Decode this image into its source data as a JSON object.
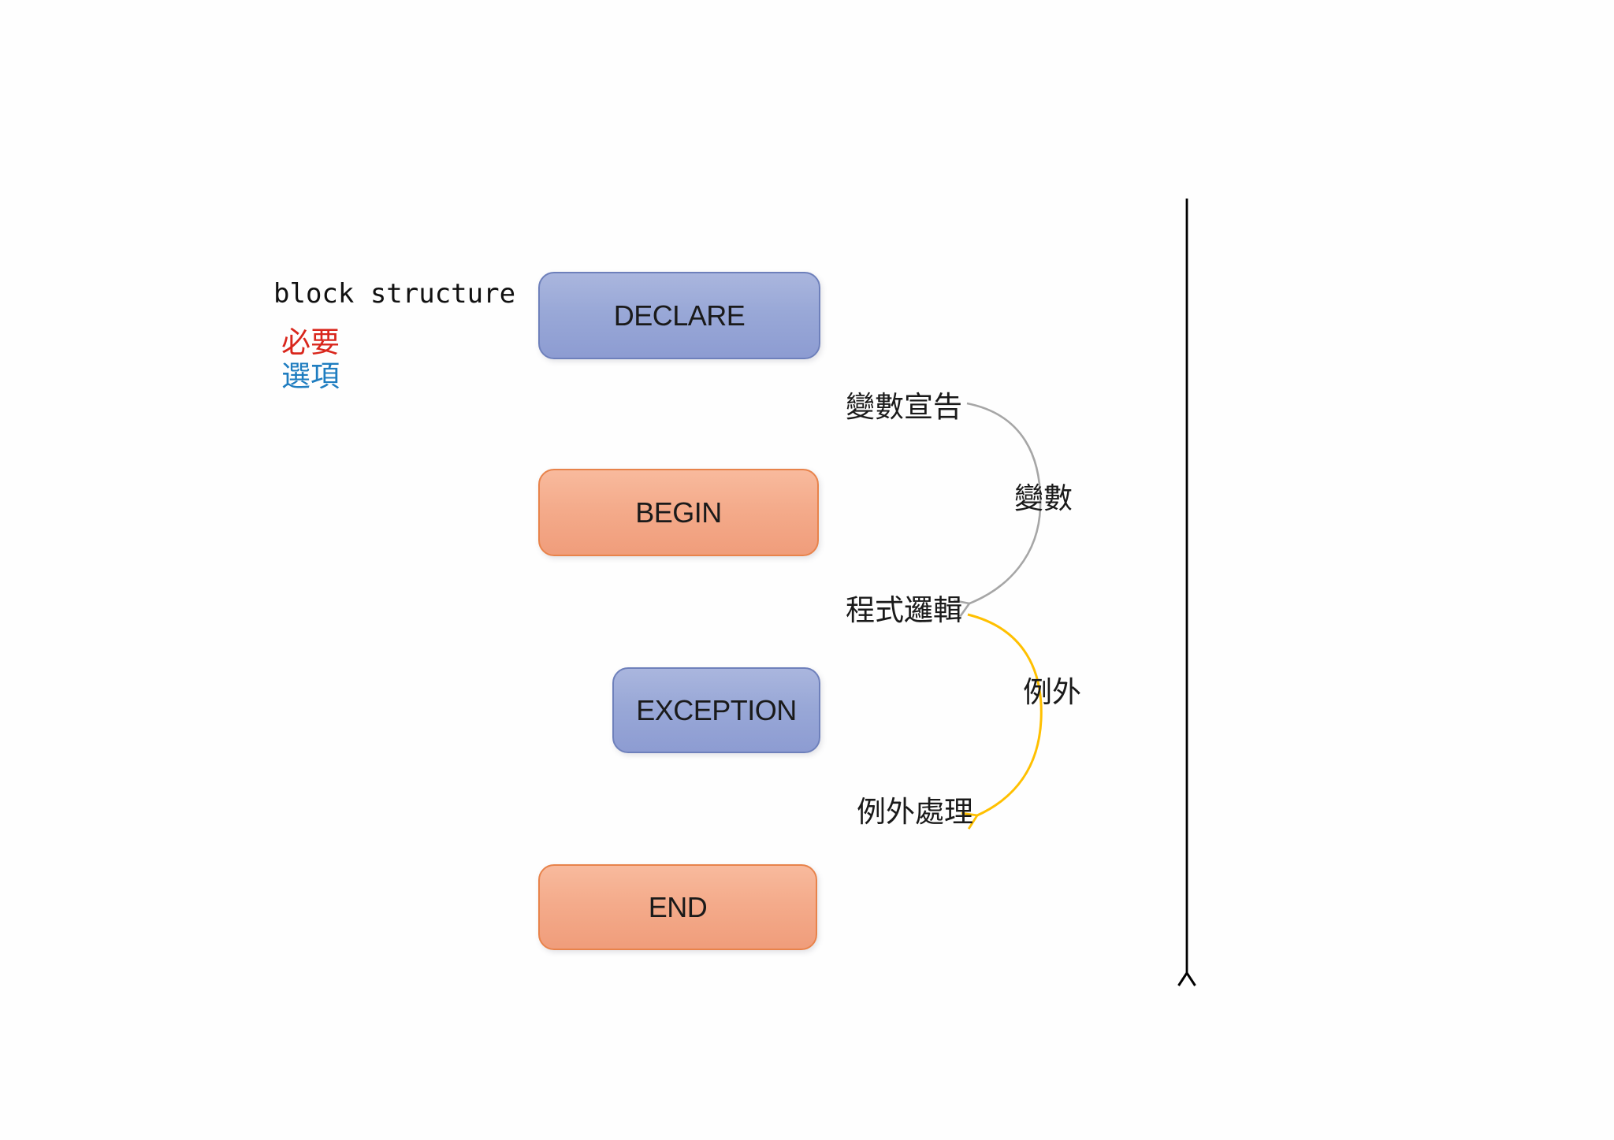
{
  "title": "block structure",
  "legend": {
    "required_label": "必要",
    "required_color": "#d9261c",
    "optional_label": "選項",
    "optional_color": "#1f7dc0"
  },
  "blocks": {
    "declare": "DECLARE",
    "begin": "BEGIN",
    "exception": "EXCEPTION",
    "end": "END"
  },
  "annotations": {
    "variable_declaration": "變數宣告",
    "variable": "變數",
    "program_logic": "程式邏輯",
    "exception": "例外",
    "exception_handling": "例外處理"
  },
  "flows": {
    "variable_flow": {
      "from": "變數宣告",
      "to": "程式邏輯",
      "label": "變數",
      "color": "#a6a6a6"
    },
    "exception_flow": {
      "from": "程式邏輯",
      "to": "例外處理",
      "label": "例外",
      "color": "#ffc000"
    }
  },
  "colors": {
    "optional_fill_top": "#aab6de",
    "optional_fill_bottom": "#8d9cd2",
    "optional_border": "#6e80bb",
    "required_fill_top": "#f8ba9d",
    "required_fill_bottom": "#f09d7b",
    "required_border": "#e8834b",
    "variable_flow": "#a6a6a6",
    "exception_flow": "#ffc000",
    "timeline_arrow": "#000000"
  }
}
